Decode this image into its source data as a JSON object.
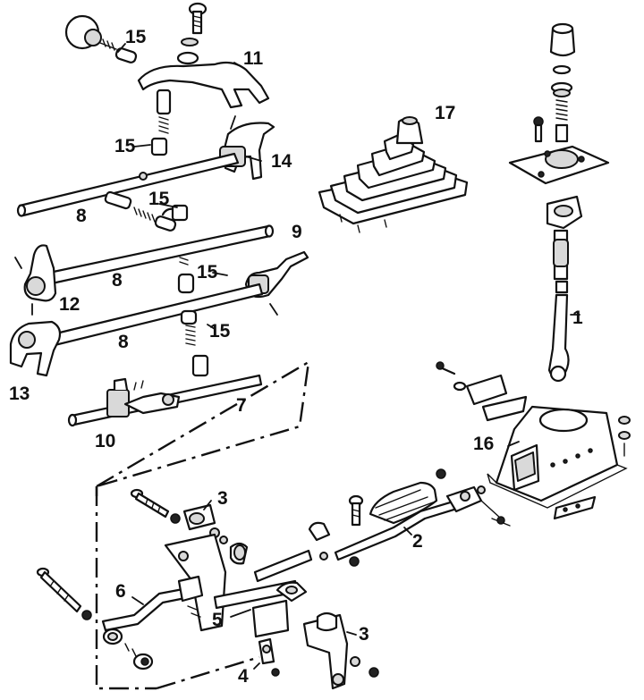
{
  "colors": {
    "line": "#111111",
    "paper": "#ffffff",
    "shade": "#d9d9d9"
  },
  "callouts": {
    "c1": "1",
    "c2": "2",
    "c3a": "3",
    "c3b": "3",
    "c4": "4",
    "c5": "5",
    "c6": "6",
    "c7": "7",
    "c8a": "8",
    "c8b": "8",
    "c8c": "8",
    "c9": "9",
    "c10": "10",
    "c11": "11",
    "c12": "12",
    "c13": "13",
    "c14": "14",
    "c15a": "15",
    "c15b": "15",
    "c15c": "15",
    "c15d": "15",
    "c15e": "15",
    "c16": "16",
    "c17": "17"
  }
}
